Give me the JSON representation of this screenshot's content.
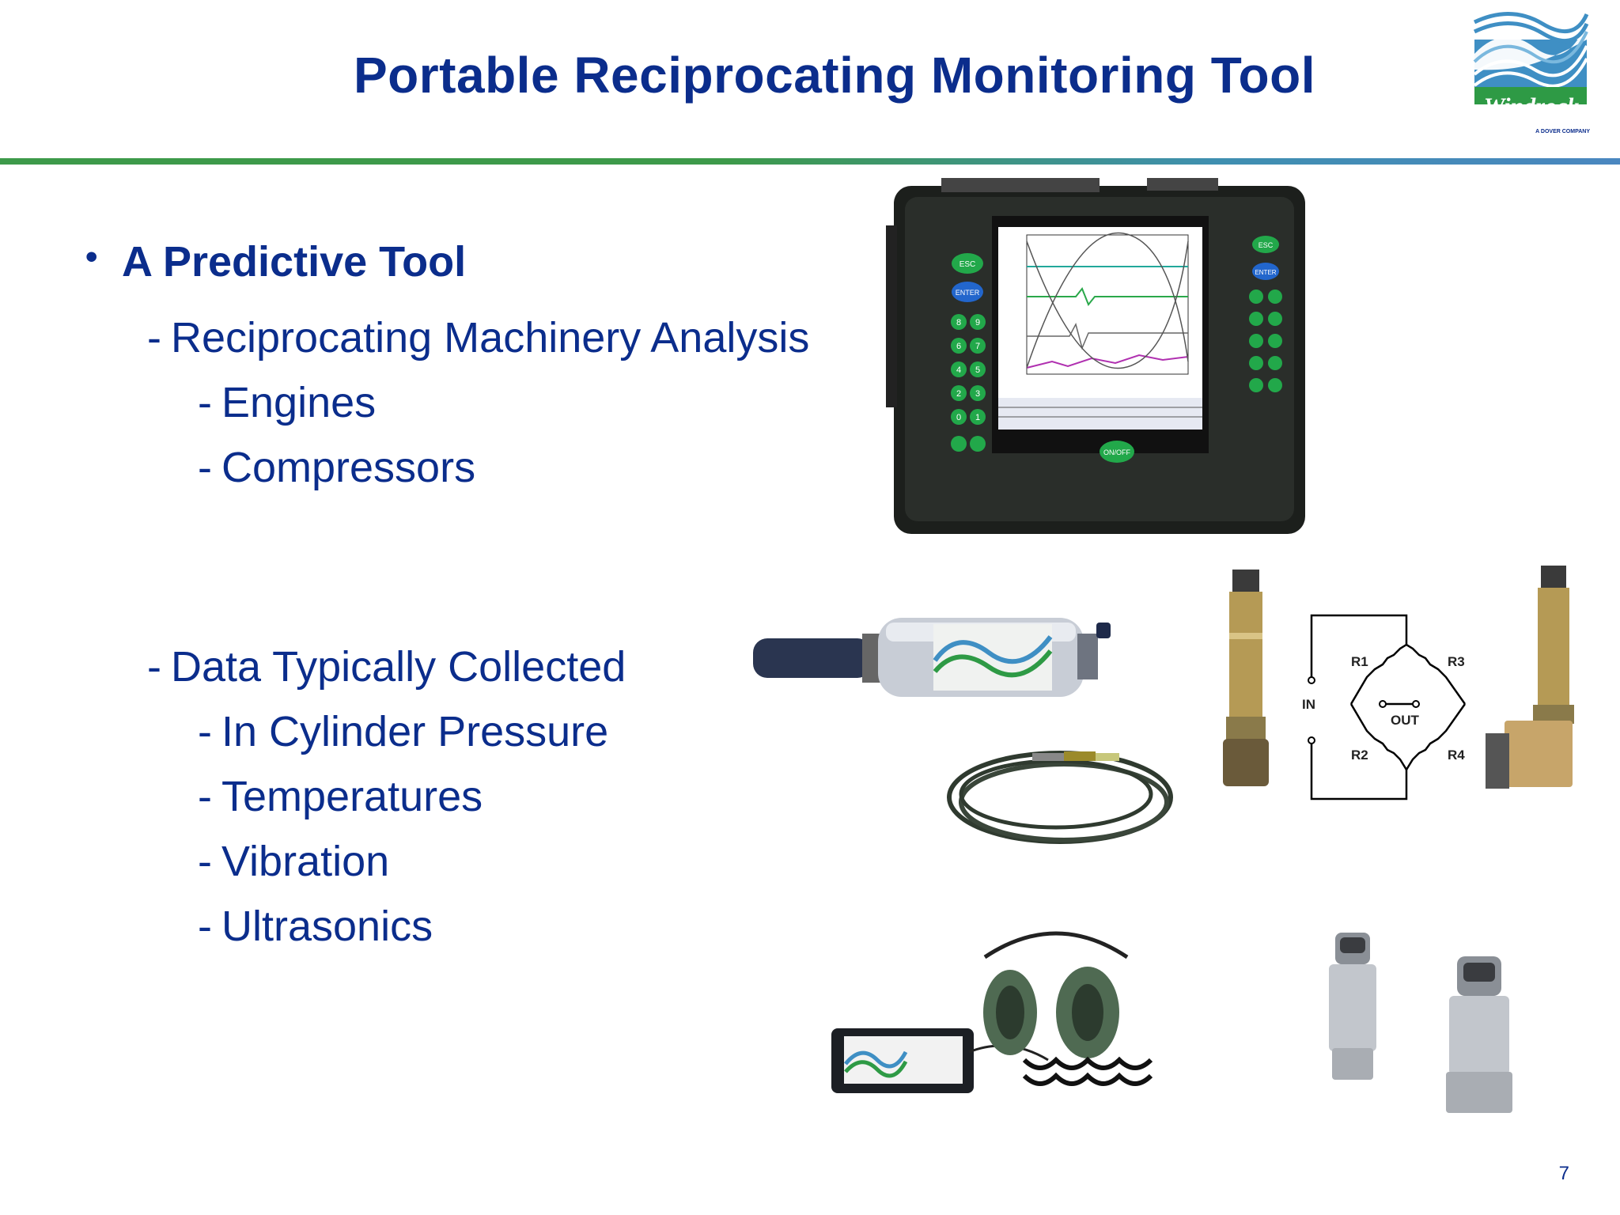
{
  "slide": {
    "title": "Portable Reciprocating Monitoring Tool",
    "page_number": "7"
  },
  "logo": {
    "name": "Windrock",
    "tagline": "A DOVER COMPANY"
  },
  "bullets": {
    "main": "A Predictive Tool",
    "sub1": "Reciprocating Machinery Analysis",
    "sub1_items": [
      "Engines",
      "Compressors"
    ],
    "sub2": "Data Typically Collected",
    "sub2_items": [
      "In Cylinder Pressure",
      "Temperatures",
      "Vibration",
      "Ultrasonics"
    ]
  },
  "device": {
    "buttons": [
      "ESC",
      "ENTER",
      "ON/OFF"
    ],
    "keypad": [
      "8",
      "9",
      "6",
      "7",
      "4",
      "5",
      "2",
      "3",
      "0",
      "1"
    ]
  },
  "bridge_diagram": {
    "labels": [
      "R1",
      "R3",
      "R2",
      "R4",
      "IN",
      "OUT"
    ]
  },
  "colors": {
    "title_blue": "#0b2d8c",
    "rule_green": "#3d9a4a",
    "rule_blue": "#4a87c0"
  }
}
